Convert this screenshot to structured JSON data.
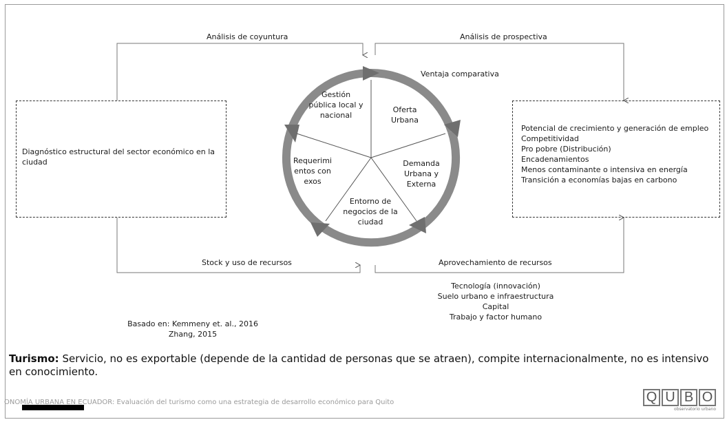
{
  "top": {
    "left_label": "Análisis de coyuntura",
    "right_label": "Análisis de prospectiva"
  },
  "cycle": {
    "outer_label": "Ventaja comparativa",
    "segments": [
      "Gestión pública local y nacional",
      "Oferta Urbana",
      "Demanda Urbana y Externa",
      "Entorno de negocios de la ciudad",
      "Requerimientos conexos"
    ]
  },
  "left_box": {
    "text": "Diagnóstico estructural del sector económico en la ciudad"
  },
  "right_box": {
    "items": [
      "Potencial de crecimiento y generación de empleo",
      "Competitividad",
      "Pro pobre (Distribución)",
      "Encadenamientos",
      "Menos contaminante o intensiva en energía",
      "Transición a economías bajas en carbono"
    ]
  },
  "bottom": {
    "left_label": "Stock y uso de recursos",
    "right_label": "Aprovechamiento de recursos",
    "resources": [
      "Tecnología (innovación)",
      "Suelo urbano e infraestructura",
      "Capital",
      "Trabajo y factor humano"
    ]
  },
  "source": {
    "line1": "Basado en: Kemmeny et. al., 2016",
    "line2": "Zhang, 2015"
  },
  "note": {
    "title": "Turismo:",
    "text": " Servicio, no es exportable (depende de la cantidad de personas que se atraen), compite internacionalmente, no es intensivo en conocimiento."
  },
  "footer": {
    "text": "ONOMÍA URBANA EN ECUADOR: Evaluación del turismo como una estrategia de desarrollo económico para Quito"
  },
  "logo": {
    "letters": [
      "Q",
      "U",
      "B",
      "O"
    ],
    "subtitle": "observatorio urbano"
  }
}
